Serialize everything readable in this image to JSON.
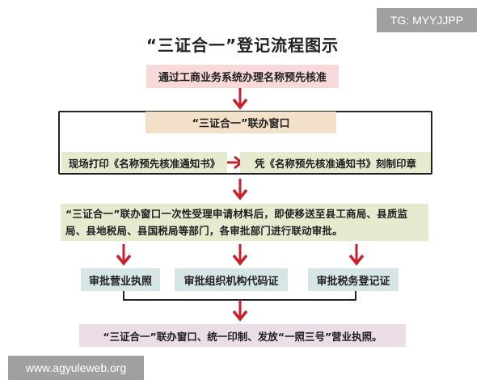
{
  "title": "“三证合一”登记流程图示",
  "watermarks": {
    "top_right": "TG: MYYJJPP",
    "bottom_left": "www.agyuleweb.org"
  },
  "steps": {
    "step1": "通过工商业务系统办理名称预先核准",
    "window": "“三证合一”联办窗口",
    "print": "现场打印《名称预先核准通知书》",
    "seal": "凭《名称预先核准通知书》刻制印章",
    "accept": "“三证合一”联办窗口一次性受理申请材料后，即使移送至县工商局、县质监局、县地税局、县国税局等部门，各审批部门进行联动审批。",
    "approvals": [
      "审批营业执照",
      "审批组织机构代码证",
      "审批税务登记证"
    ],
    "final": "“三证合一”联办窗口、统一印制、发放“一照三号”营业执照。"
  },
  "colors": {
    "arrow": "#c8202e",
    "pink": "#f6d9d8",
    "tan": "#f2e1c8",
    "green": "#e6ebd0",
    "blue": "#d6e6e6",
    "purple": "#eadde6"
  }
}
